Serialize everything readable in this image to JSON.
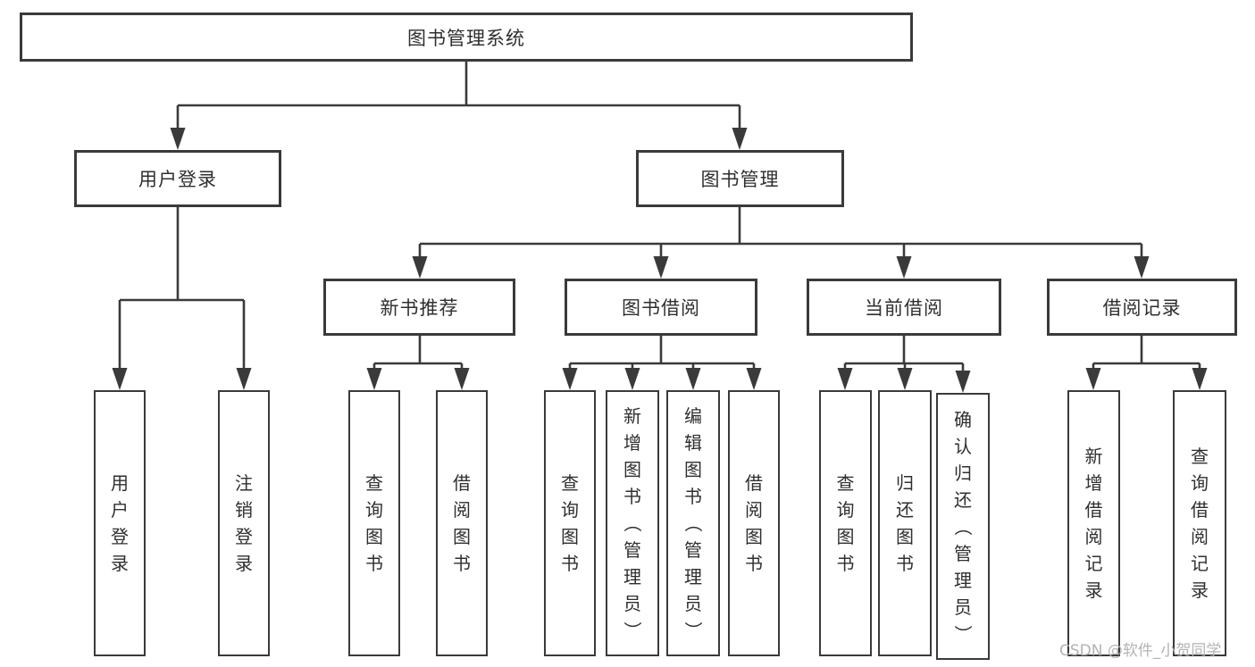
{
  "diagram": {
    "root": {
      "label": "图书管理系统"
    },
    "branches": {
      "user_login": {
        "label": "用户登录",
        "children": [
          "用户登录",
          "注销登录"
        ]
      },
      "book_mgmt": {
        "label": "图书管理"
      }
    },
    "modules": {
      "new_books": {
        "label": "新书推荐",
        "children": [
          "查询图书",
          "借阅图书"
        ]
      },
      "borrowing": {
        "label": "图书借阅",
        "children": [
          "查询图书",
          "新增图书（管理员）",
          "编辑图书（管理员）",
          "借阅图书"
        ]
      },
      "current": {
        "label": "当前借阅",
        "children": [
          "查询图书",
          "归还图书",
          "确认归还（管理员）"
        ]
      },
      "records": {
        "label": "借阅记录",
        "children": [
          "新增借阅记录",
          "查询借阅记录"
        ]
      }
    }
  },
  "watermark": "CSDN @软件_小贺同学",
  "colors": {
    "line": "#3a3a3a",
    "text": "#2f2f2f",
    "watermark": "#b3b3b3",
    "background": "#ffffff"
  }
}
